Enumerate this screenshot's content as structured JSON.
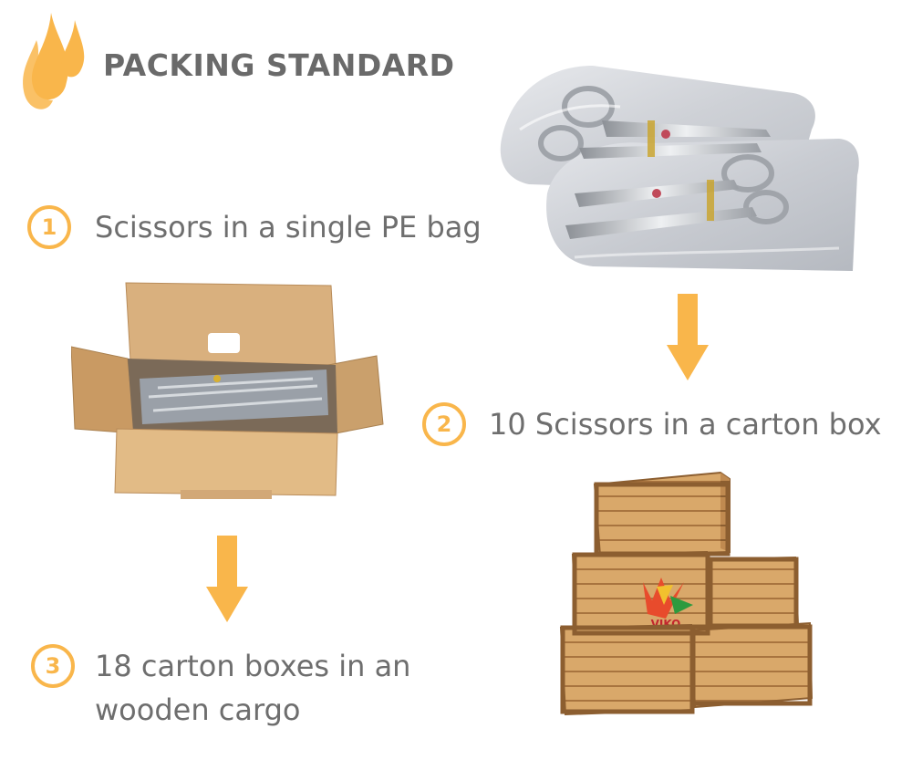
{
  "title": "PACKING STANDARD",
  "accent_color": "#f9b64b",
  "logo_icon": "drops-icon",
  "steps": [
    {
      "number": "1",
      "text": "Scissors in a single PE bag"
    },
    {
      "number": "2",
      "text": "10 Scissors in a carton box"
    },
    {
      "number": "3",
      "text_line1": "18 carton boxes in an",
      "text_line2": "wooden cargo"
    }
  ],
  "crate_logo": "VIKO",
  "images": [
    "scissors-in-bag-image",
    "open-carton-box-image",
    "wooden-crates-image"
  ],
  "arrows": [
    "arrow-down-icon",
    "arrow-down-icon"
  ]
}
